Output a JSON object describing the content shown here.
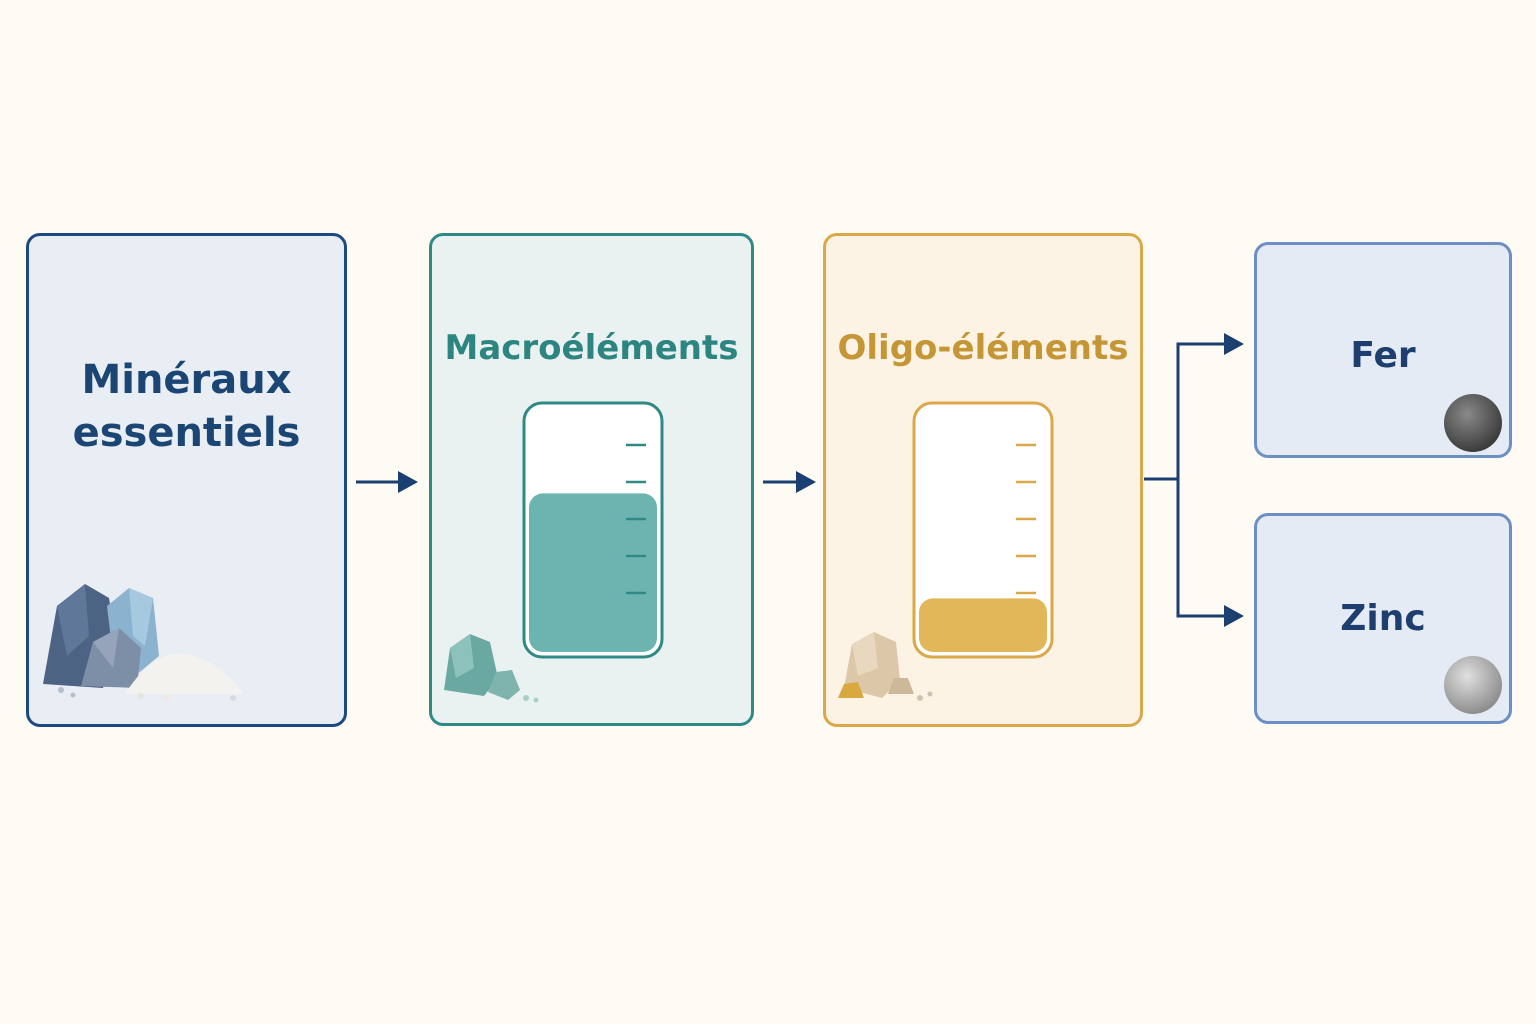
{
  "nodes": {
    "minerals": {
      "label": "Minéraux essentiels"
    },
    "macro": {
      "label": "Macroéléments"
    },
    "oligo": {
      "label": "Oligo-éléments"
    },
    "fer": {
      "label": "Fer"
    },
    "zinc": {
      "label": "Zinc"
    }
  },
  "beakers": {
    "macro": {
      "fill_fraction": 0.65
    },
    "oligo": {
      "fill_fraction": 0.22
    }
  },
  "colors": {
    "background": "#fdfbf3",
    "minerals_border": "#1c4a80",
    "macro_accent": "#2f8a86",
    "oligo_accent": "#dba849",
    "element_border": "#6c8fc4",
    "arrow": "#1c3f72"
  },
  "icons": {
    "minerals": "rock-pile-icon",
    "macro": "teal-rocks-icon",
    "oligo": "beige-rocks-icon",
    "fer": "iron-sphere-icon",
    "zinc": "zinc-sphere-icon"
  }
}
